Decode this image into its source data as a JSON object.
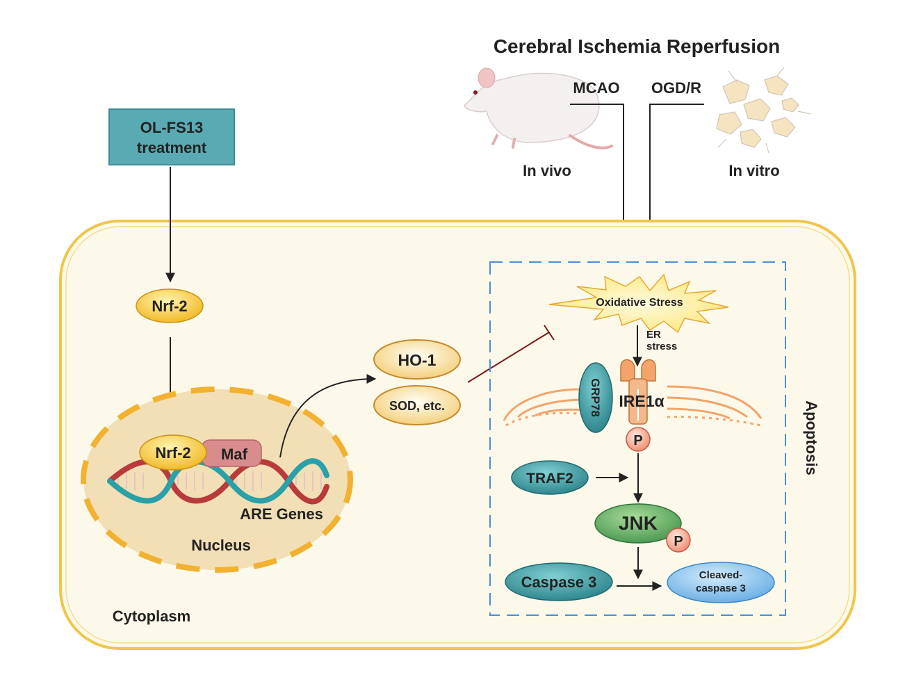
{
  "title": "Cerebral Ischemia Reperfusion",
  "treatment": {
    "line1": "OL-FS13",
    "line2": "treatment"
  },
  "models": {
    "mcao": "MCAO",
    "ogdr": "OGD/R",
    "in_vivo": "In vivo",
    "in_vitro": "In vitro"
  },
  "nrf2_cyto": "Nrf-2",
  "nucleus": {
    "nrf2": "Nrf-2",
    "maf": "Maf",
    "are_genes": "ARE Genes",
    "label": "Nucleus"
  },
  "cytoplasm": "Cytoplasm",
  "antioxidants": {
    "ho1": "HO-1",
    "sod": "SOD, etc."
  },
  "pathway": {
    "oxidative_stress": "Oxidative Stress",
    "er_stress_1": "ER",
    "er_stress_2": "stress",
    "grp78": "GRP78",
    "ire1a": "IRE1α",
    "p1": "P",
    "traf2": "TRAF2",
    "jnk": "JNK",
    "p2": "P",
    "caspase3": "Caspase 3",
    "cleaved_1": "Cleaved-",
    "cleaved_2": "caspase 3",
    "apoptosis": "Apoptosis"
  },
  "colors": {
    "title_red": "#d71e1e",
    "treatment_teal": "#5aaab4",
    "cell_fill": "#fdf9ea",
    "cell_border": "#f0c64a",
    "nucleus_fill": "#f2dfb5",
    "nucleus_dash": "#f2b12e",
    "nrf2_yellow": "#f5c12a",
    "maf_pink": "#d98c8c",
    "er_orange": "#f4a36a",
    "teal_oval": "#2f8f96",
    "jnk_green": "#4fa35a",
    "cleaved_blue": "#6fb4ea",
    "dashed_box": "#4a8fd8",
    "inhibit": "#7a1515"
  }
}
